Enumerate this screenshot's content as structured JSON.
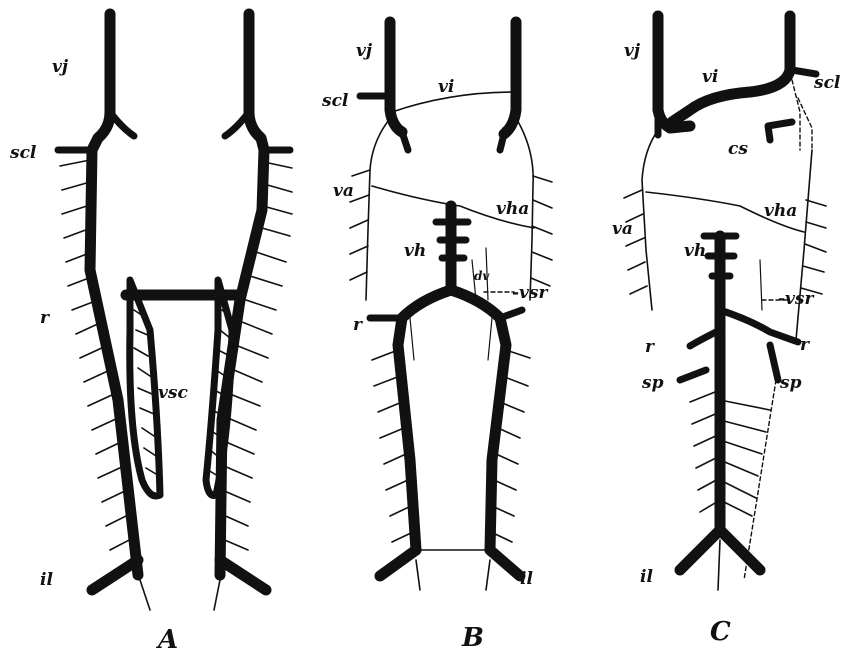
{
  "panels": [
    {
      "id": "A",
      "caption": "A",
      "labels": {
        "vj": "vj",
        "scl": "scl",
        "r": "r",
        "vsc": "vsc",
        "il": "il"
      }
    },
    {
      "id": "B",
      "caption": "B",
      "labels": {
        "vj": "vj",
        "scl": "scl",
        "vi": "vi",
        "va": "va",
        "vha": "vha",
        "vh": "vh",
        "dv": "dv",
        "vsr": "-vsr",
        "r": "r",
        "il": "il"
      }
    },
    {
      "id": "C",
      "caption": "C",
      "labels": {
        "vj": "vj",
        "vi": "vi",
        "scl": "scl",
        "cs": "cs",
        "va": "va",
        "vha": "vha",
        "vh": "vh",
        "vsr": "-vsr",
        "r_left": "r",
        "r_right": "r",
        "sp_left": "sp",
        "sp_right": "sp",
        "il": "il"
      }
    }
  ]
}
